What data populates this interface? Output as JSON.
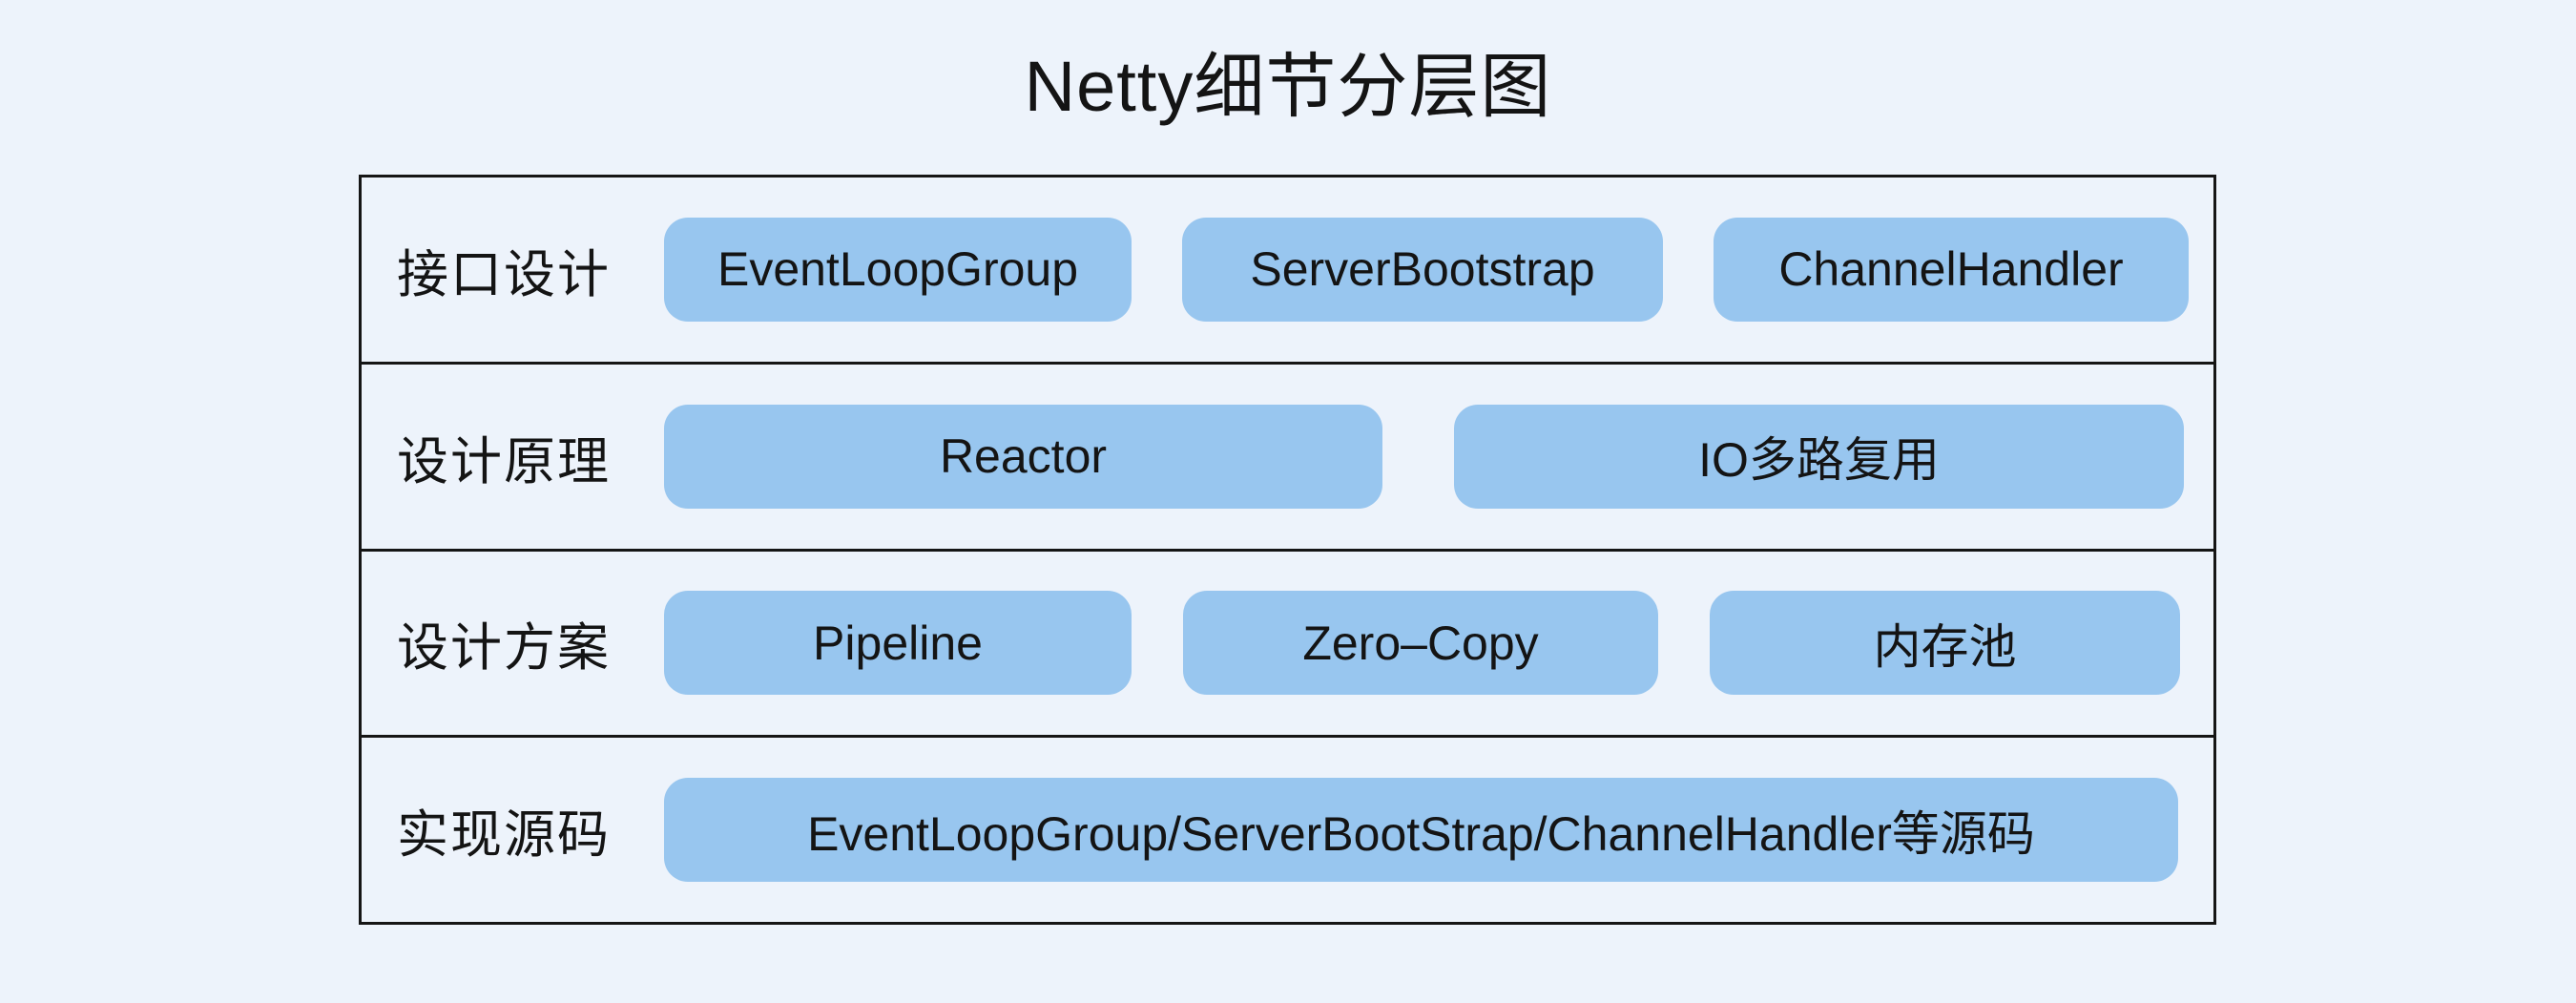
{
  "title": "Netty细节分层图",
  "colors": {
    "background": "#edf3fb",
    "box_fill": "#98c6ef",
    "line": "#151515",
    "text": "#141414"
  },
  "layers": [
    {
      "label": "接口设计",
      "boxes": [
        "EventLoopGroup",
        "ServerBootstrap",
        "ChannelHandler"
      ]
    },
    {
      "label": "设计原理",
      "boxes": [
        "Reactor",
        "IO多路复用"
      ]
    },
    {
      "label": "设计方案",
      "boxes": [
        "Pipeline",
        "Zero–Copy",
        "内存池"
      ]
    },
    {
      "label": "实现源码",
      "boxes": [
        "EventLoopGroup/ServerBootStrap/ChannelHandler等源码"
      ]
    }
  ]
}
